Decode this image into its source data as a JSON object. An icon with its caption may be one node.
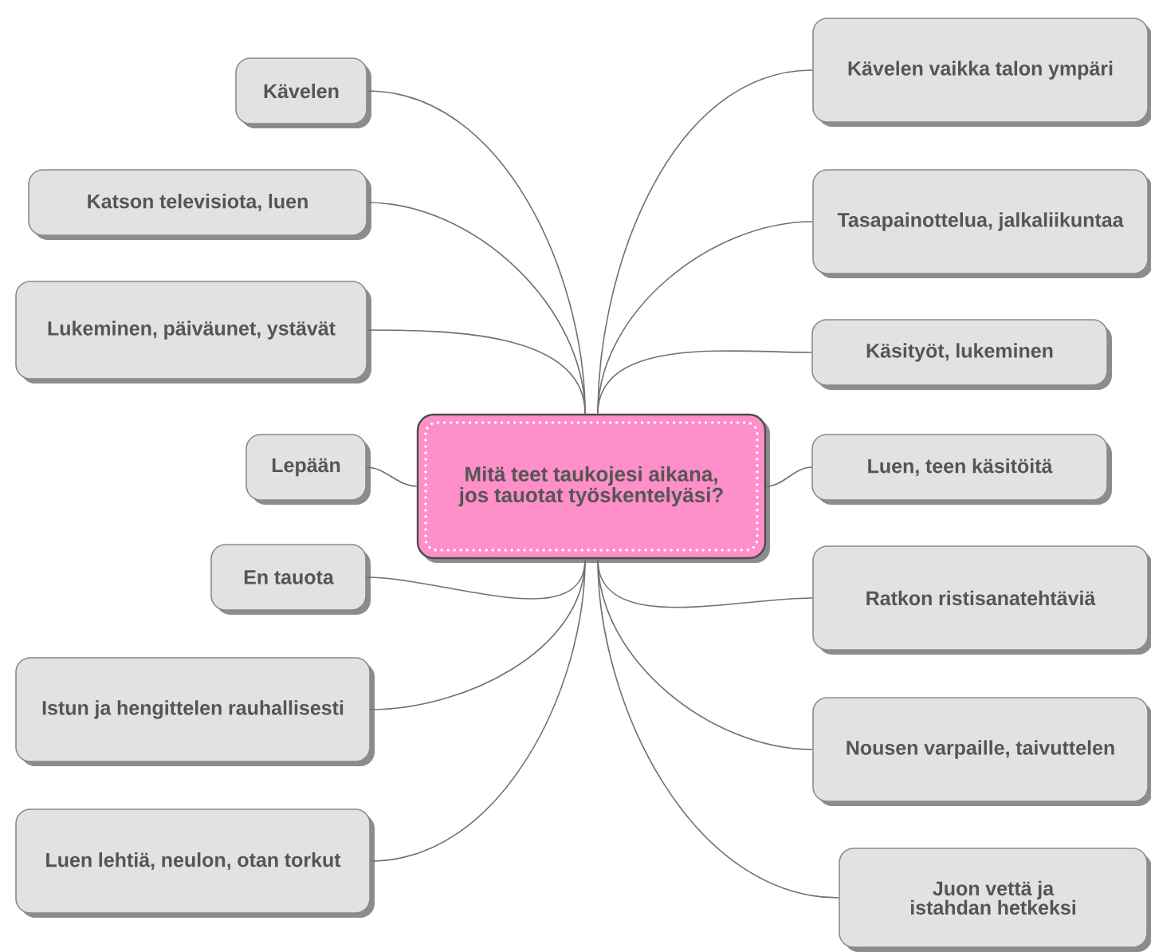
{
  "diagram": {
    "nodes": [
      {
        "text": [
          "Mitä teet taukojesi aikana, jos tauotat työskentelyäsi?"
        ]
      },
      {
        "text": [
          "Kävelen"
        ]
      },
      {
        "text": [
          "Katson televisiota, luen"
        ]
      },
      {
        "text": [
          "Lukeminen, päiväunet, ystävät"
        ]
      },
      {
        "text": [
          "Lepään"
        ]
      },
      {
        "text": [
          "En tauota"
        ]
      },
      {
        "text": [
          "Istun ja hengittelen rauhallisesti"
        ]
      },
      {
        "text": [
          "Luen lehtiä, neulon, otan torkut"
        ]
      },
      {
        "text": [
          "Kävelen vaikka talon ympäri"
        ]
      },
      {
        "text": [
          "Tasapainottelua, jalkaliikuntaa"
        ]
      },
      {
        "text": [
          "Käsityöt, lukeminen"
        ]
      },
      {
        "text": [
          "Luen, teen käsitöitä"
        ]
      },
      {
        "text": [
          "Ratkon ristisanatehtäviä"
        ]
      },
      {
        "text": [
          "Nousen varpaille, taivuttelen"
        ]
      },
      {
        "text": [
          "Juon vettä ja istahdan hetkeksi"
        ]
      }
    ],
    "edges": [
      {
        "from": 0,
        "to": 1,
        "arrow": "none"
      },
      {
        "from": 0,
        "to": 2,
        "arrow": "none"
      },
      {
        "from": 0,
        "to": 3,
        "arrow": "none"
      },
      {
        "from": 0,
        "to": 4,
        "arrow": "none"
      },
      {
        "from": 0,
        "to": 5,
        "arrow": "none"
      },
      {
        "from": 0,
        "to": 6,
        "arrow": "none"
      },
      {
        "from": 0,
        "to": 7,
        "arrow": "none"
      },
      {
        "from": 0,
        "to": 8,
        "arrow": "none"
      },
      {
        "from": 0,
        "to": 9,
        "arrow": "none"
      },
      {
        "from": 0,
        "to": 10,
        "arrow": "none"
      },
      {
        "from": 0,
        "to": 11,
        "arrow": "none"
      },
      {
        "from": 0,
        "to": 12,
        "arrow": "none"
      },
      {
        "from": 0,
        "to": 13,
        "arrow": "none"
      },
      {
        "from": 0,
        "to": 14,
        "arrow": "none"
      }
    ]
  }
}
